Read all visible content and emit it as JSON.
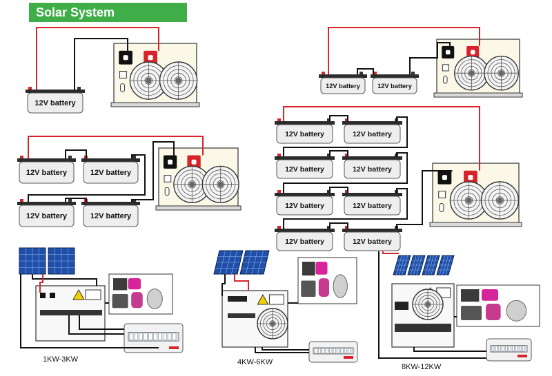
{
  "title": "Solar System Connection:",
  "battery_label": "12V battery",
  "captions": {
    "small": "1KW-3KW",
    "medium": "4KW-6KW",
    "large": "8KW-12KW"
  },
  "colors": {
    "header_bg": "#3fae49",
    "positive_wire": "#d8232a",
    "negative_wire": "#111111",
    "panel_blue": "#1f4fa8"
  }
}
